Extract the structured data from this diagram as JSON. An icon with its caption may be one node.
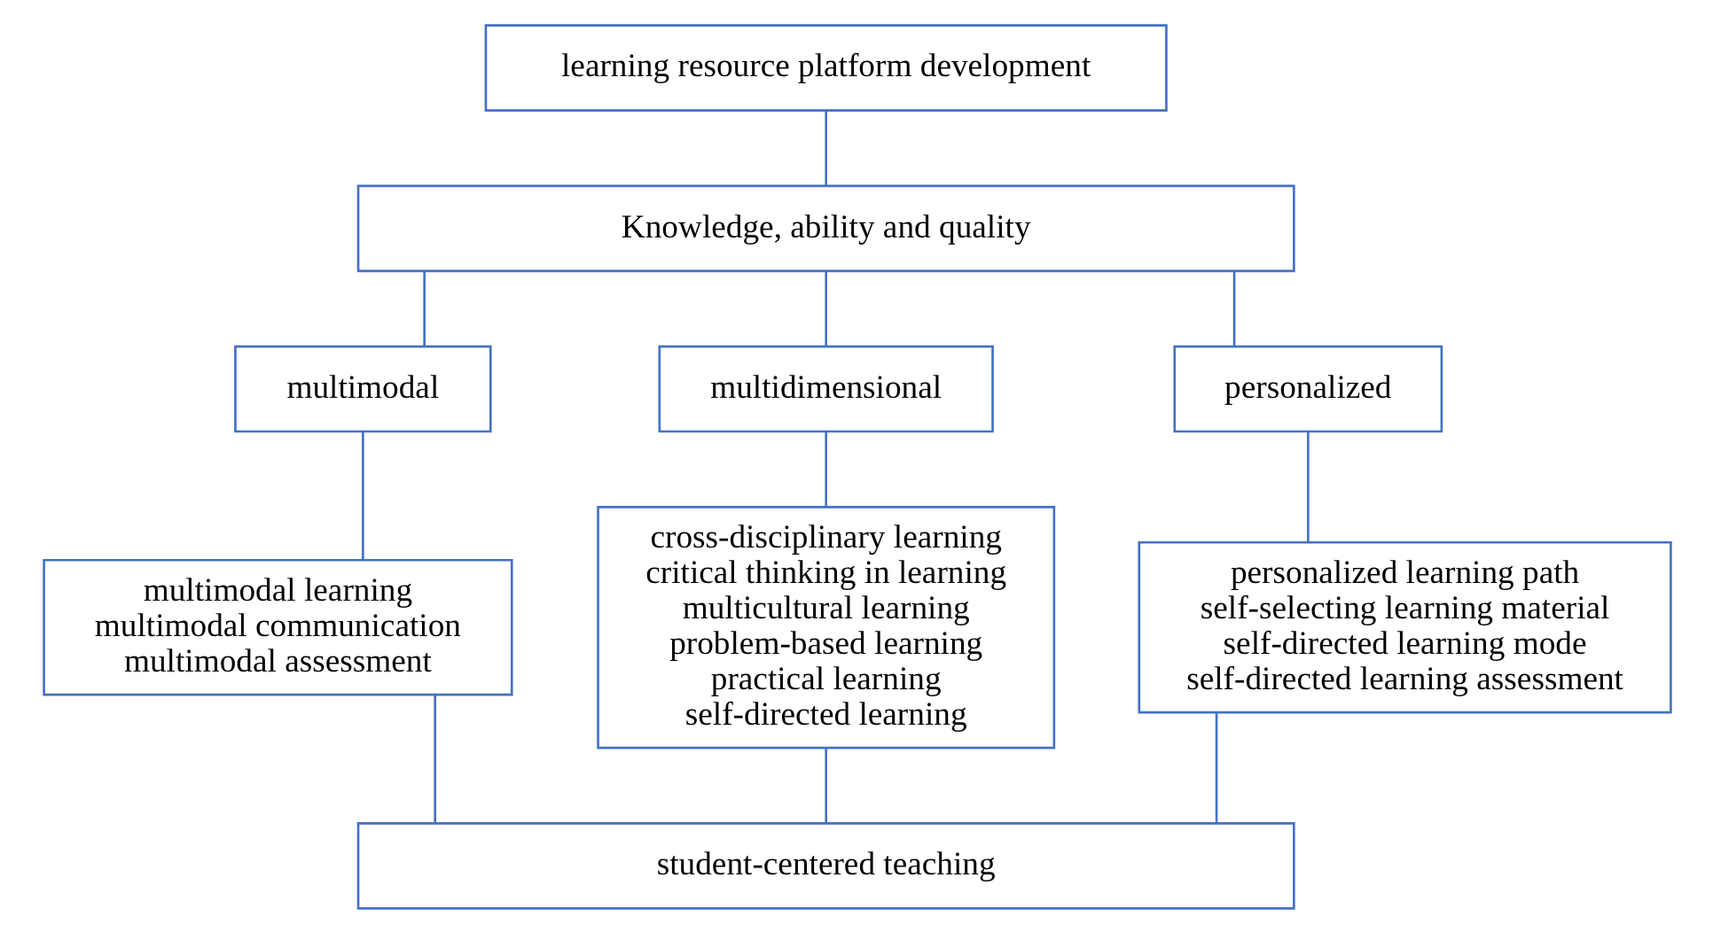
{
  "diagram": {
    "nodes": [
      {
        "text": [
          "learning resource platform development"
        ]
      },
      {
        "text": [
          "Knowledge, ability and quality"
        ]
      },
      {
        "text": [
          "multimodal"
        ]
      },
      {
        "text": [
          "multidimensional"
        ]
      },
      {
        "text": [
          "personalized"
        ]
      },
      {
        "text": [
          "multimodal learning",
          "multimodal communication",
          "multimodal assessment"
        ]
      },
      {
        "text": [
          "cross-disciplinary learning",
          "critical thinking in learning",
          "multicultural learning",
          "problem-based learning",
          "practical learning",
          "self-directed learning"
        ]
      },
      {
        "text": [
          "personalized learning path",
          "self-selecting learning material",
          "self-directed learning mode",
          "self-directed learning assessment"
        ]
      },
      {
        "text": [
          "student-centered teaching"
        ]
      }
    ],
    "edges": [
      {
        "from": 0,
        "to": 1,
        "arrow": "none"
      },
      {
        "from": 1,
        "to": 2,
        "arrow": "none"
      },
      {
        "from": 1,
        "to": 3,
        "arrow": "none"
      },
      {
        "from": 1,
        "to": 4,
        "arrow": "none"
      },
      {
        "from": 2,
        "to": 5,
        "arrow": "none"
      },
      {
        "from": 3,
        "to": 6,
        "arrow": "none"
      },
      {
        "from": 4,
        "to": 7,
        "arrow": "none"
      },
      {
        "from": 5,
        "to": 8,
        "arrow": "none"
      },
      {
        "from": 6,
        "to": 8,
        "arrow": "none"
      },
      {
        "from": 7,
        "to": 8,
        "arrow": "none"
      }
    ]
  }
}
